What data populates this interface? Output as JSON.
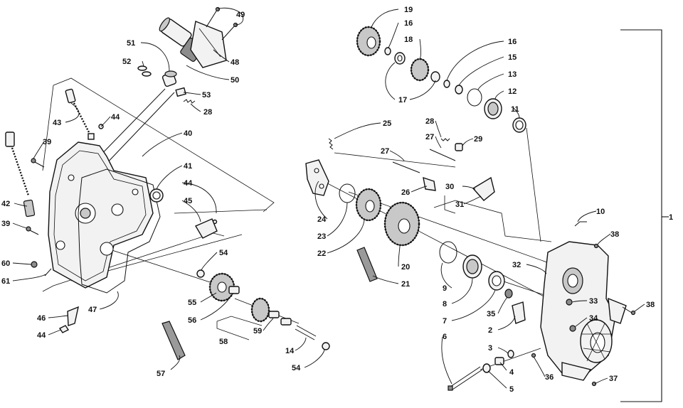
{
  "labels": {
    "l1": "1",
    "l2": "2",
    "l3": "3",
    "l4": "4",
    "l5": "5",
    "l6": "6",
    "l7": "7",
    "l8": "8",
    "l9": "9",
    "l10": "10",
    "l11": "11",
    "l12": "12",
    "l13": "13",
    "l14": "14",
    "l15": "15",
    "l16a": "16",
    "l16b": "16",
    "l17": "17",
    "l18": "18",
    "l19": "19",
    "l20": "20",
    "l21": "21",
    "l22": "22",
    "l23": "23",
    "l24": "24",
    "l25": "25",
    "l26": "26",
    "l27a": "27",
    "l27b": "27",
    "l28a": "28",
    "l28b": "28",
    "l29": "29",
    "l30": "30",
    "l31": "31",
    "l32": "32",
    "l33": "33",
    "l34": "34",
    "l35": "35",
    "l36": "36",
    "l37": "37",
    "l38a": "38",
    "l38b": "38",
    "l39a": "39",
    "l39b": "39",
    "l40": "40",
    "l41": "41",
    "l42": "42",
    "l43": "43",
    "l44a": "44",
    "l44b": "44",
    "l44c": "44",
    "l45": "45",
    "l46": "46",
    "l47": "47",
    "l48": "48",
    "l49": "49",
    "l50": "50",
    "l51": "51",
    "l52": "52",
    "l53": "53",
    "l54a": "54",
    "l54b": "54",
    "l55": "55",
    "l56": "56",
    "l57": "57",
    "l58": "58",
    "l59": "59",
    "l60": "60",
    "l61": "61"
  }
}
